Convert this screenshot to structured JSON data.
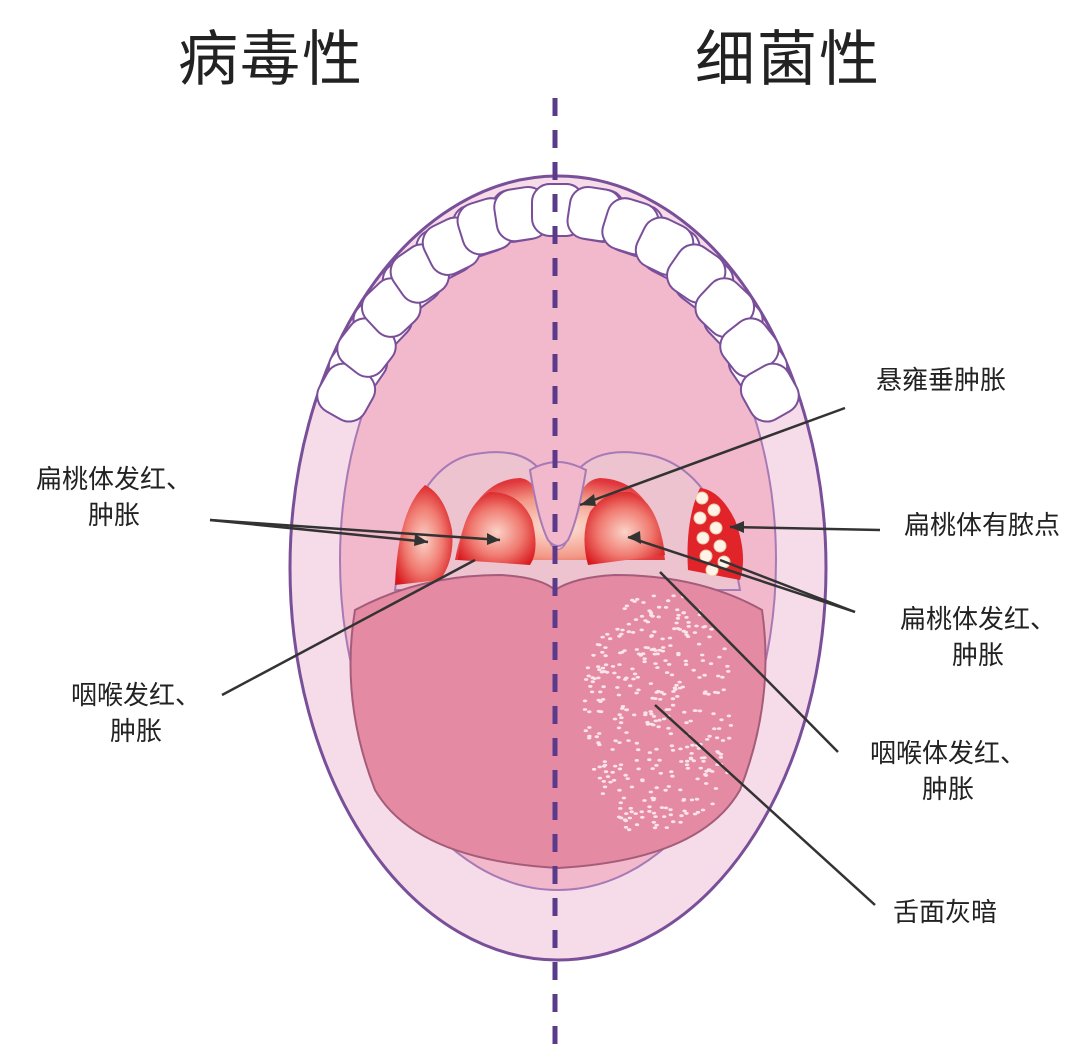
{
  "headings": {
    "viral": "病毒性",
    "bacterial": "细菌性"
  },
  "labels": {
    "uvula_swelling": "悬雍垂肿胀",
    "left_tonsil_line1": "扁桃体发红、",
    "left_tonsil_line2": "肿胀",
    "tonsil_pus": "扁桃体有脓点",
    "right_tonsil_line1": "扁桃体发红、",
    "right_tonsil_line2": "肿胀",
    "left_pharynx_line1": "咽喉发红、",
    "left_pharynx_line2": "肿胀",
    "right_pharynx_line1": "咽喉体发红、",
    "right_pharynx_line2": "肿胀",
    "tongue_dull": "舌面灰暗"
  },
  "colors": {
    "outline": "#7a4f9a",
    "lip": "#f6dbe8",
    "palate": "#f2b8cc",
    "tongue": "#e58aa3",
    "tonsil_red": "#e0242a",
    "divider": "#5b3a8c",
    "leader": "#333333"
  }
}
